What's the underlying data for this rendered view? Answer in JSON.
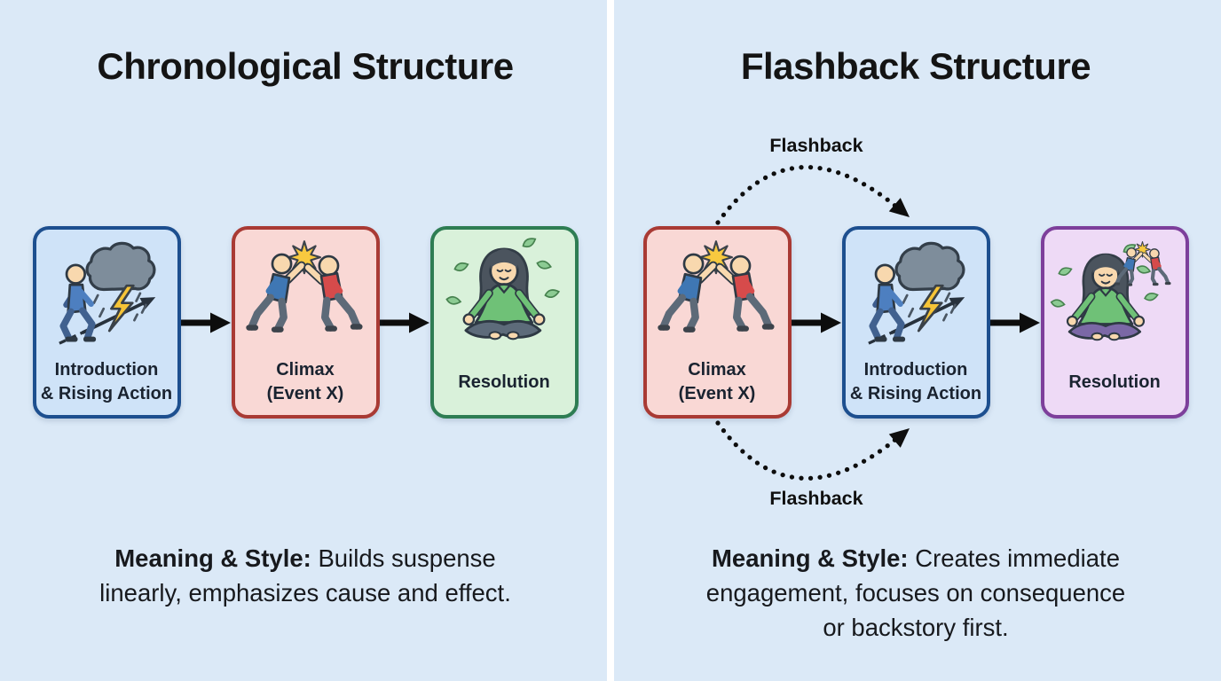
{
  "page": {
    "background": "#dbe9f7",
    "divider_color": "#ffffff",
    "arrow_color": "#0d0d0d",
    "text_color": "#141414"
  },
  "left_panel": {
    "title": "Chronological Structure",
    "boxes": [
      {
        "label": "Introduction\n& Rising Action",
        "fill": "#cfe3f8",
        "border": "#1d4f8f",
        "icon": "walking-person-with-storm-and-rising-arrow"
      },
      {
        "label": "Climax\n(Event X)",
        "fill": "#f9d8d5",
        "border": "#a93a34",
        "icon": "two-people-fighting"
      },
      {
        "label": "Resolution",
        "fill": "#d9f1da",
        "border": "#2e7d53",
        "icon": "person-meditating-with-leaves"
      }
    ],
    "caption": {
      "bold": "Meaning & Style:",
      "rest": " Builds suspense\nlinearly, emphasizes cause and effect."
    }
  },
  "right_panel": {
    "title": "Flashback Structure",
    "flashback_top_label": "Flashback",
    "flashback_bottom_label": "Flashback",
    "boxes": [
      {
        "label": "Climax\n(Event X)",
        "fill": "#f9d8d5",
        "border": "#a93a34",
        "icon": "two-people-fighting"
      },
      {
        "label": "Introduction\n& Rising Action",
        "fill": "#cfe3f8",
        "border": "#1d4f8f",
        "icon": "walking-person-with-storm-and-rising-arrow"
      },
      {
        "label": "Resolution",
        "fill": "#eedaf6",
        "border": "#7d3f9b",
        "icon": "person-meditating-with-memory-of-fight"
      }
    ],
    "caption": {
      "bold": "Meaning & Style:",
      "rest": " Creates immediate\nengagement, focuses on consequence\nor backstory first."
    }
  }
}
